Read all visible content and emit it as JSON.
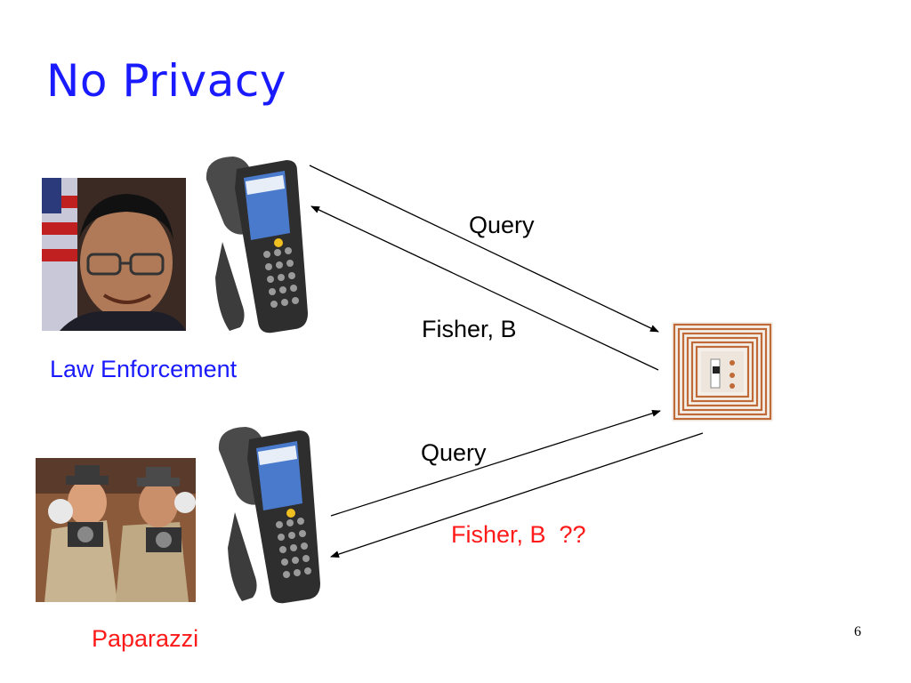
{
  "title": "No Privacy",
  "page_number": "6",
  "actors": {
    "law_enforcement": "Law Enforcement",
    "paparazzi": "Paparazzi"
  },
  "messages": {
    "query_top": "Query",
    "reply_top": "Fisher, B",
    "query_bottom": "Query",
    "reply_bottom": "Fisher, B  ??"
  },
  "colors": {
    "title": "#1a1aff",
    "law_label": "#1a1aff",
    "paparazzi_label": "#ff1a1a",
    "reply_bottom": "#ff1a1a"
  }
}
